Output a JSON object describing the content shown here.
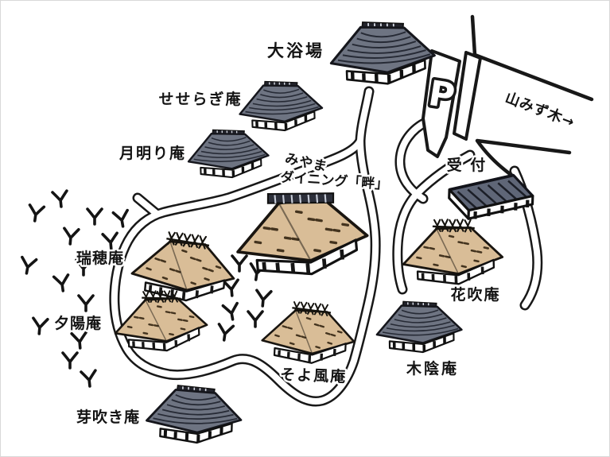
{
  "map": {
    "labels": {
      "daiyokujo": "大浴場",
      "seseragi": "せせらぎ庵",
      "tsukiakari": "月明り庵",
      "miyama_line1": "みやま",
      "miyama_line2": "ダイニング「畔」",
      "parking": "P",
      "yamamizuki": "山みず木→",
      "uketsuke": "受 付",
      "mizuho": "瑞穂庵",
      "yuhi": "夕陽庵",
      "mebuki": "芽吹き庵",
      "soyokaze": "そよ風庵",
      "kokage": "木陰庵",
      "hanafuki": "花吹庵"
    },
    "colors": {
      "background": "#ffffff",
      "outline": "#181818",
      "roof_dark": "#6e7482",
      "roof_thatch": "#d9bd97",
      "ridge_cap": "#2c2f3a"
    }
  }
}
